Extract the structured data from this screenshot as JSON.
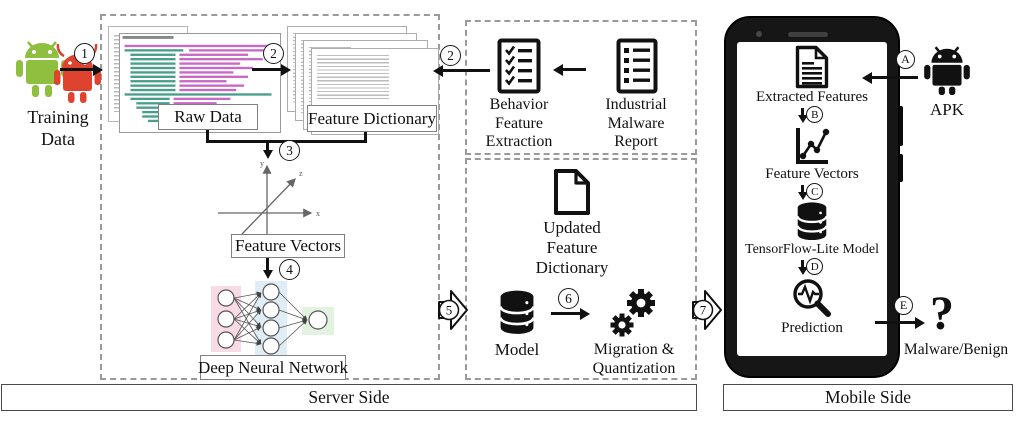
{
  "server": {
    "panel_label": "Server Side",
    "training_data": {
      "line1": "Training",
      "line2": "Data"
    },
    "raw_data_label": "Raw Data",
    "feature_dictionary_label": "Feature Dictionary",
    "feature_vectors_label": "Feature Vectors",
    "dnn_label": "Deep Neural Network",
    "axis_labels": {
      "x": "x",
      "y": "y",
      "z": "z"
    },
    "behavior_extraction": {
      "line1": "Behavior",
      "line2": "Feature",
      "line3": "Extraction"
    },
    "industrial_report": {
      "line1": "Industrial",
      "line2": "Malware",
      "line3": "Report"
    },
    "updated_dictionary": {
      "line1": "Updated",
      "line2": "Feature",
      "line3": "Dictionary"
    },
    "model_label": "Model",
    "migration_quantization": {
      "line1": "Migration &",
      "line2": "Quantization"
    }
  },
  "mobile": {
    "panel_label": "Mobile Side",
    "extracted_features_label": "Extracted Features",
    "feature_vectors_label": "Feature Vectors",
    "tflite_model_label": "TensorFlow-Lite Model",
    "prediction_label": "Prediction",
    "apk_label": "APK",
    "question_mark": "?",
    "result_label": "Malware/Benign"
  },
  "steps": {
    "s1": "1",
    "s2": "2",
    "s3": "3",
    "s4": "4",
    "s5": "5",
    "s6": "6",
    "s7": "7",
    "sA": "A",
    "sB": "B",
    "sC": "C",
    "sD": "D",
    "sE": "E"
  },
  "colors": {
    "android_green": "#8FBF3F",
    "android_red": "#DE432F",
    "nn_input_bg": "#F9DBE6",
    "nn_hidden_bg": "#E0EDF7",
    "nn_output_bg": "#E3F2E1",
    "code_pink": "#C66AC6",
    "code_teal": "#4A9F8C"
  }
}
